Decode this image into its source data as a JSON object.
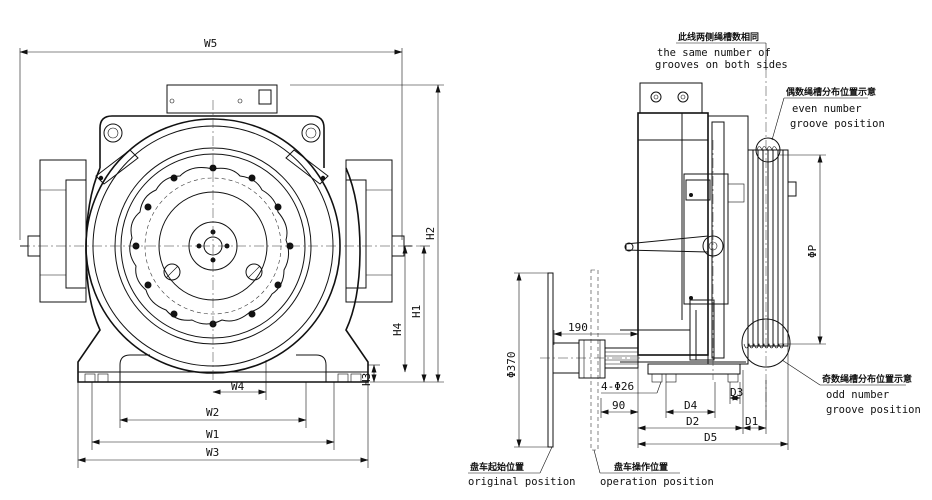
{
  "front_view": {
    "dimensions": {
      "w5": "W5",
      "h2": "H2",
      "h1": "H1",
      "h4": "H4",
      "h3": "H3",
      "w4": "W4",
      "w2": "W2",
      "w1": "W1",
      "w3": "W3"
    }
  },
  "side_view": {
    "dimensions": {
      "d190": "190",
      "d370": "Φ370",
      "d4x26": "4-Φ26",
      "d90": "90",
      "d4": "D4",
      "d3": "D3",
      "d2": "D2",
      "d1": "D1",
      "d5": "D5",
      "dp": "ΦP"
    },
    "notes": {
      "same_grooves_cn": "此线两侧绳槽数相同",
      "same_grooves_en_1": "the same number of",
      "same_grooves_en_2": "grooves on both sides",
      "even_cn": "偶数绳槽分布位置示意",
      "even_en_1": "even number",
      "even_en_2": "groove position",
      "odd_cn": "奇数绳槽分布位置示意",
      "odd_en_1": "odd number",
      "odd_en_2": "groove position",
      "original_cn": "盘车起始位置",
      "original_en": "original position",
      "operation_cn": "盘车操作位置",
      "operation_en": "operation position"
    }
  }
}
